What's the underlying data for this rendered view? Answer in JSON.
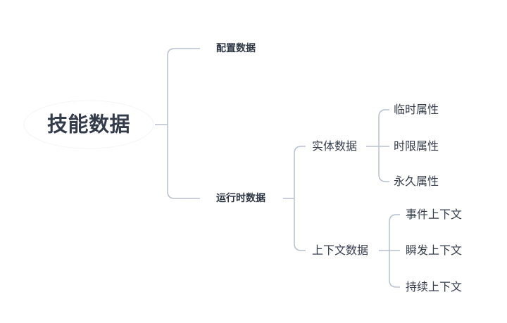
{
  "root": {
    "label": "技能数据"
  },
  "branches": {
    "config": {
      "label": "配置数据"
    },
    "runtime": {
      "label": "运行时数据",
      "entity": {
        "label": "实体数据",
        "children": [
          "临时属性",
          "时限属性",
          "永久属性"
        ]
      },
      "context": {
        "label": "上下文数据",
        "children": [
          "事件上下文",
          "瞬发上下文",
          "持续上下文"
        ]
      }
    }
  },
  "colors": {
    "connector": "#b7c1cf",
    "text_dark": "#343c4c"
  }
}
